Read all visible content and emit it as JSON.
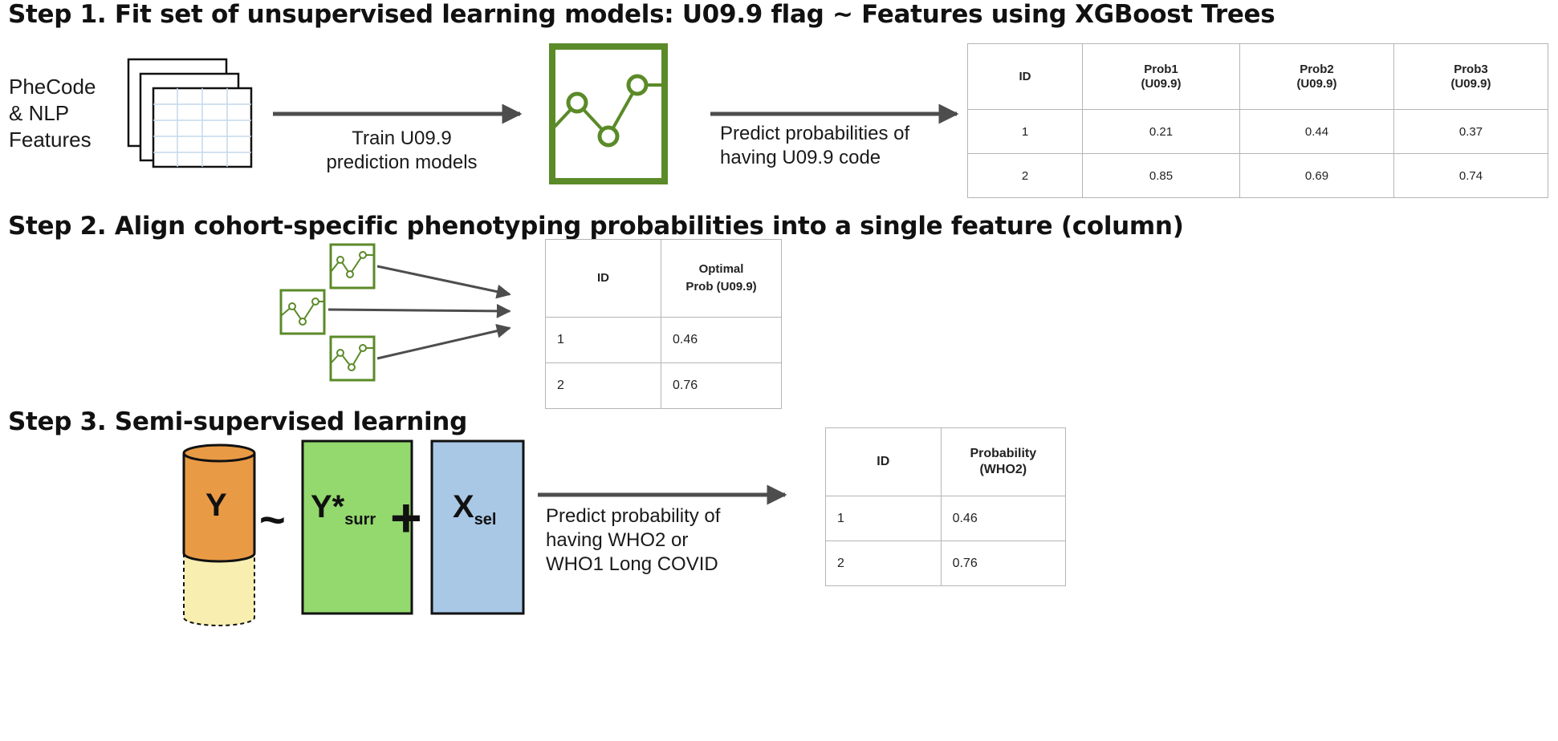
{
  "step1": {
    "title": "Step 1. Fit set of unsupervised learning models: U09.9 flag ~ Features using XGBoost Trees",
    "features_label": [
      "PheCode",
      "& NLP",
      "Features"
    ],
    "train_label": [
      "Train U09.9",
      "prediction models"
    ],
    "predict_label": [
      "Predict probabilities of",
      "having U09.9 code"
    ],
    "table": {
      "headers": [
        "ID",
        "Prob1 (U09.9)",
        "Prob2 (U09.9)",
        "Prob3 (U09.9)"
      ],
      "headers_lines": [
        [
          "ID"
        ],
        [
          "Prob1",
          "(U09.9)"
        ],
        [
          "Prob2",
          "(U09.9)"
        ],
        [
          "Prob3",
          "(U09.9)"
        ]
      ],
      "rows": [
        [
          "1",
          "0.21",
          "0.44",
          "0.37"
        ],
        [
          "2",
          "0.85",
          "0.69",
          "0.74"
        ]
      ]
    }
  },
  "step2": {
    "title": "Step 2. Align cohort-specific phenotyping probabilities into a single feature (column)",
    "table": {
      "headers_lines": [
        [
          "ID"
        ],
        [
          "Optimal",
          "Prob (U09.9)"
        ]
      ],
      "rows": [
        [
          "1",
          "0.46"
        ],
        [
          "2",
          "0.76"
        ]
      ]
    }
  },
  "step3": {
    "title": "Step 3. Semi-supervised learning",
    "formula": {
      "y": "Y",
      "tilde": "~",
      "ysurr_main": "Y*",
      "ysurr_sub": "surr",
      "plus": "+",
      "x_main": "X",
      "x_sub": "sel"
    },
    "predict_label": [
      "Predict probability of",
      "having WHO2 or",
      "WHO1 Long COVID"
    ],
    "table": {
      "headers_lines": [
        [
          "ID"
        ],
        [
          "Probability",
          "(WHO2)"
        ]
      ],
      "rows": [
        [
          "1",
          "0.46"
        ],
        [
          "2",
          "0.76"
        ]
      ]
    }
  },
  "colors": {
    "model_green": "#5b8a28",
    "rect_green": "#93d96e",
    "rect_blue": "#a8c8e6",
    "cylinder_orange": "#e89a45",
    "cylinder_light": "#f7eeb0",
    "arrow_gray": "#4d4d4d",
    "grid_blue": "#c5d9ea"
  }
}
